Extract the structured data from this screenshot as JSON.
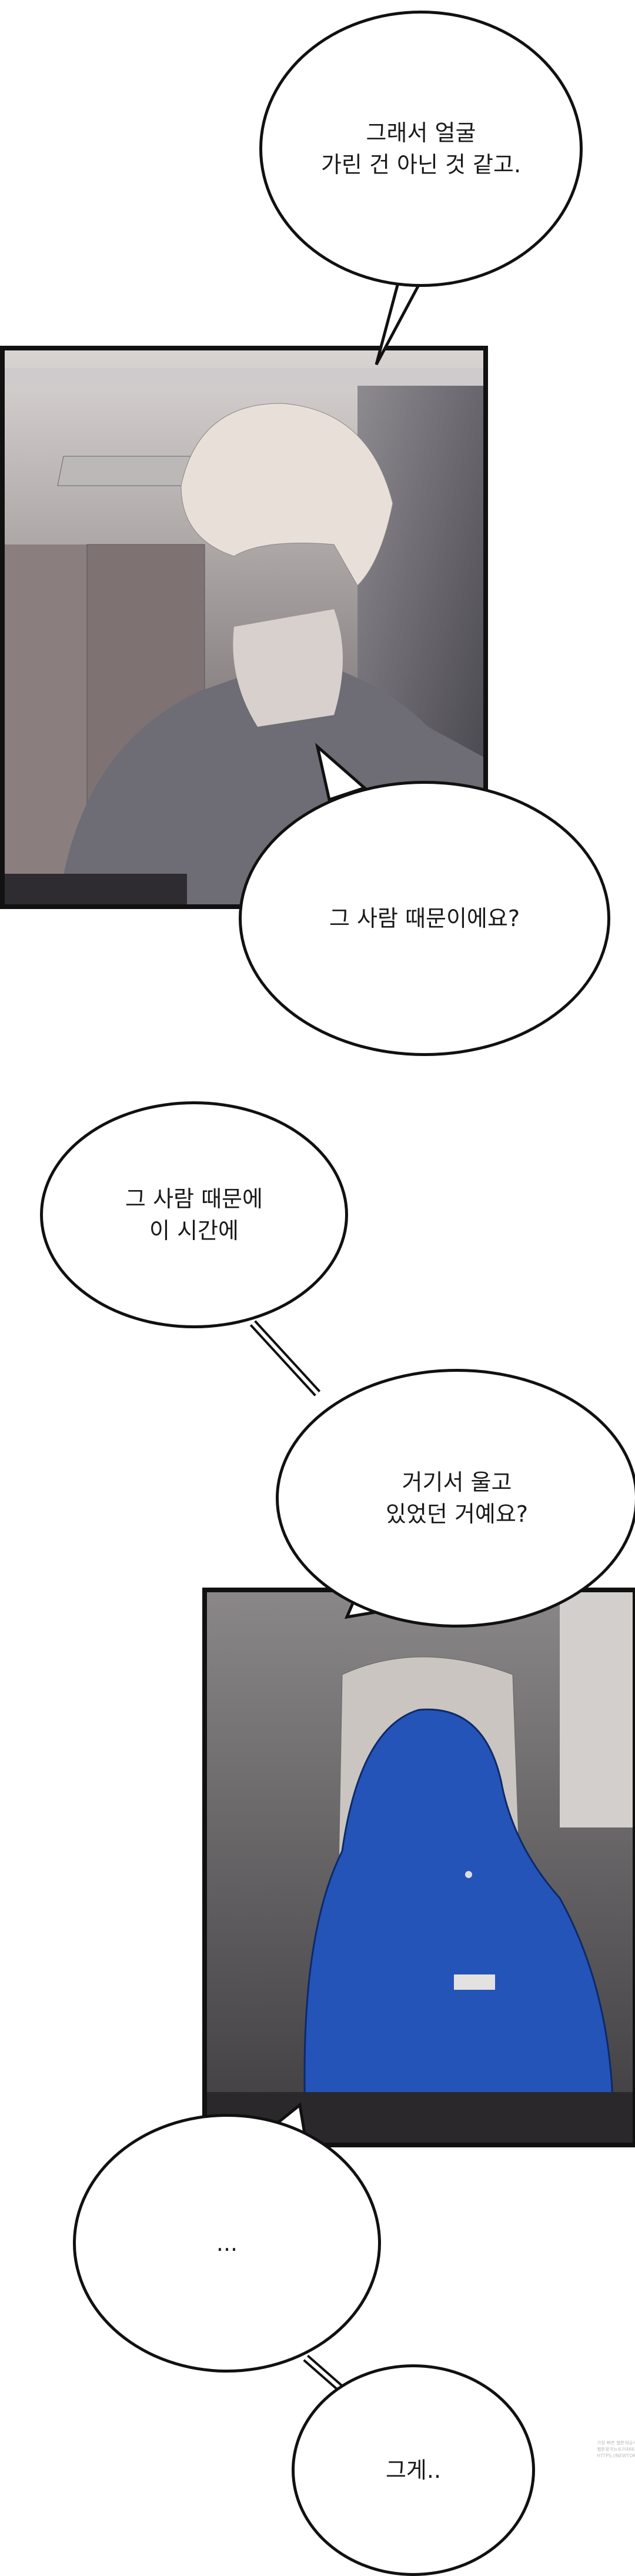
{
  "bubbles": [
    {
      "text": "그래서 얼굴\n가린 건 아닌 것 같고."
    },
    {
      "text": "그 사람 때문이에요?"
    },
    {
      "text": "그 사람 때문에\n이 시간에"
    },
    {
      "text": "거기서 울고\n있었던 거예요?"
    },
    {
      "text": "..."
    },
    {
      "text": "그게.."
    }
  ],
  "watermark": {
    "line1": "가장 빠른 웹툰제공사이트",
    "line2": "웹툰왕국뉴토끼466",
    "line3": "HTTPS://NEWTOKI466.COM"
  },
  "colors": {
    "hoodie_blue": "#2554b8",
    "hoodie_gray": "#6e6c74",
    "hair": "#e8e0d8"
  }
}
